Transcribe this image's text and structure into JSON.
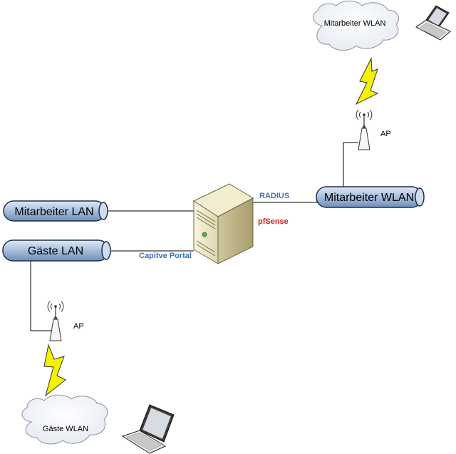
{
  "segments": {
    "mitarbeiter_lan": "Mitarbeiter LAN",
    "gaeste_lan": "Gäste LAN",
    "mitarbeiter_wlan": "Mitarbeiter WLAN"
  },
  "server": {
    "name": "pfSense",
    "radius_label": "RADIUS",
    "captive_portal_label": "Capitve Portal"
  },
  "access_points": {
    "top_label": "AP",
    "bottom_label": "AP"
  },
  "clouds": {
    "top": "Mitarbeiter WLAN",
    "bottom": "Gäste WLAN"
  },
  "colors": {
    "pipe_fill": "#9fb8d8",
    "label_radius": "#3d6fbf",
    "label_pfsense": "#e0161a",
    "lightning": "#f5f200"
  }
}
